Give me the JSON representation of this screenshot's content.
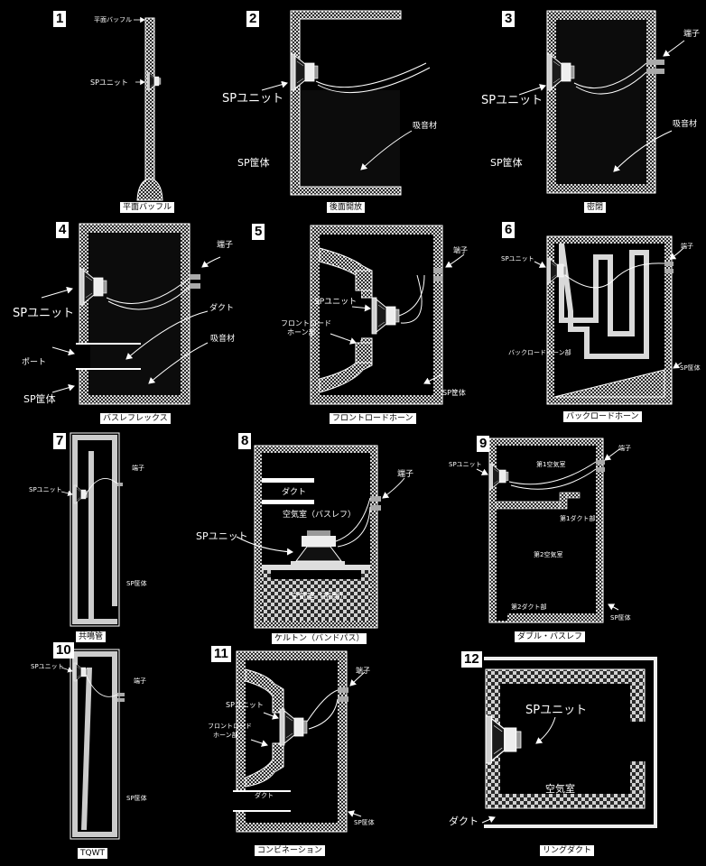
{
  "panels": {
    "p1": {
      "number": "1",
      "caption": "平面バッフル",
      "baffle": "平面バッフル",
      "sp_unit": "SPユニット"
    },
    "p2": {
      "number": "2",
      "caption": "後面開放",
      "sp_unit": "SPユニット",
      "absorber": "吸音材",
      "cabinet": "SP筐体"
    },
    "p3": {
      "number": "3",
      "caption": "密閉",
      "terminal": "端子",
      "sp_unit": "SPユニット",
      "absorber": "吸音材",
      "cabinet": "SP筐体"
    },
    "p4": {
      "number": "4",
      "caption": "バスレフレックス",
      "terminal": "端子",
      "sp_unit": "SPユニット",
      "duct": "ダクト",
      "absorber": "吸音材",
      "port": "ポート",
      "cabinet": "SP筐体"
    },
    "p5": {
      "number": "5",
      "caption": "フロントロードホーン",
      "terminal": "端子",
      "sp_unit": "SPユニット",
      "horn1": "フロントロード",
      "horn2": "ホーン部",
      "cabinet": "SP筐体"
    },
    "p6": {
      "number": "6",
      "caption": "バックロードホーン",
      "sp_unit": "SPユニット",
      "terminal": "端子",
      "horn": "バックロードホーン部",
      "cabinet": "SP筐体"
    },
    "p7": {
      "number": "7",
      "caption": "共鳴管",
      "sp_unit": "SPユニット",
      "terminal": "端子",
      "cabinet": "SP筐体"
    },
    "p8": {
      "number": "8",
      "caption": "ケルトン（バンドパス）",
      "duct": "ダクト",
      "terminal": "端子",
      "chamber1": "空気室（バスレフ）",
      "sp_unit": "SPユニット",
      "chamber2": "空気室（密閉）"
    },
    "p9": {
      "number": "9",
      "caption": "ダブル・バスレフ",
      "sp_unit": "SPユニット",
      "chamber1": "第1空気室",
      "terminal": "端子",
      "duct1": "第1ダクト部",
      "chamber2": "第2空気室",
      "duct2": "第2ダクト部",
      "cabinet": "SP筐体"
    },
    "p10": {
      "number": "10",
      "caption": "TQWT",
      "sp_unit": "SPユニット",
      "terminal": "端子",
      "cabinet": "SP筐体"
    },
    "p11": {
      "number": "11",
      "caption": "コンビネーション",
      "terminal": "端子",
      "sp_unit": "SPユニット",
      "horn1": "フロントロード",
      "horn2": "ホーン部",
      "duct": "ダクト",
      "cabinet": "SP筐体"
    },
    "p12": {
      "number": "12",
      "caption": "リングダクト",
      "sp_unit": "SPユニット",
      "chamber": "空気室",
      "duct": "ダクト"
    }
  }
}
